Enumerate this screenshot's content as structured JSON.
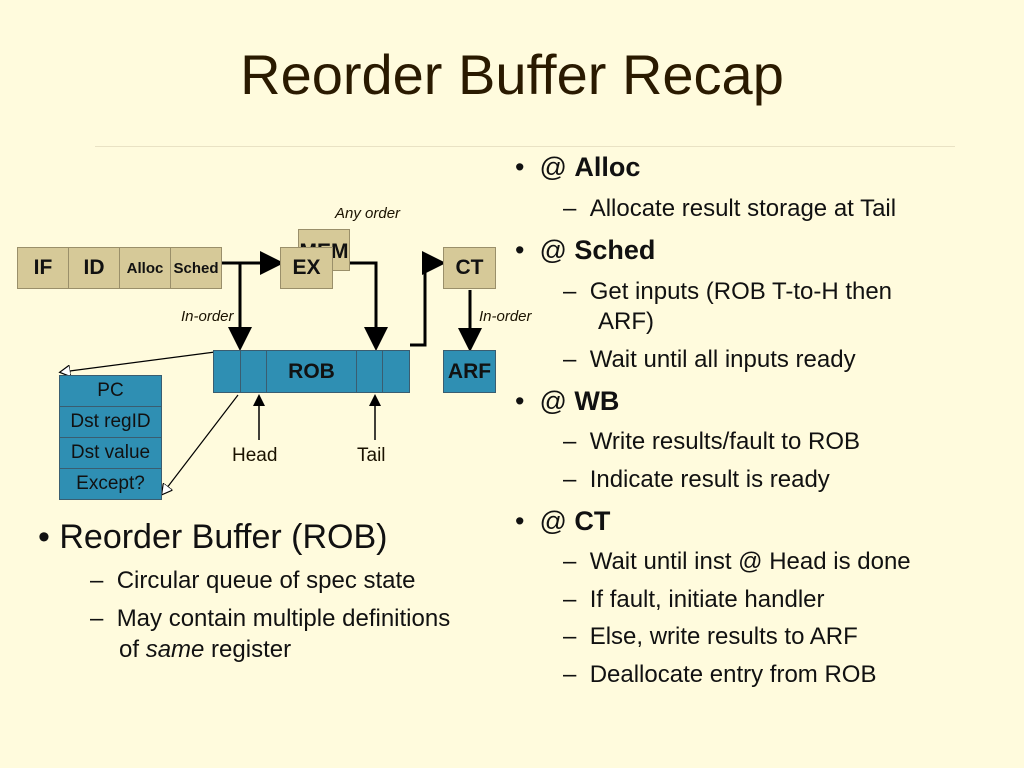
{
  "title": "Reorder Buffer Recap",
  "diagram": {
    "pipeline": [
      "IF",
      "ID",
      "Alloc",
      "Sched"
    ],
    "ex": "EX",
    "mem": "MEM",
    "ct": "CT",
    "arf": "ARF",
    "rob": "ROB",
    "any_order": "Any order",
    "in_order_left": "In-order",
    "in_order_right": "In-order",
    "head": "Head",
    "tail": "Tail",
    "rob_entry_fields": [
      "PC",
      "Dst regID",
      "Dst value",
      "Except?"
    ]
  },
  "left_bullets": {
    "main": "Reorder Buffer (ROB)",
    "sub1": "Circular queue of spec state",
    "sub2_line1": "May contain multiple definitions",
    "sub2_of": "of ",
    "sub2_same": "same",
    "sub2_rest": " register"
  },
  "right_bullets": {
    "at": "@ ",
    "alloc": "Alloc",
    "alloc_1": "Allocate result storage at Tail",
    "sched": "Sched",
    "sched_1_line1": "Get inputs (ROB T-to-H then",
    "sched_1_line2": "ARF)",
    "sched_2": "Wait until all inputs ready",
    "wb": "WB",
    "wb_1": "Write results/fault to ROB",
    "wb_2": "Indicate result is ready",
    "ct": "CT",
    "ct_1": "Wait until inst @ Head is done",
    "ct_2": "If fault, initiate handler",
    "ct_3": "Else, write results to ARF",
    "ct_4": "Deallocate entry from ROB"
  },
  "colors": {
    "background": "#fffbdd",
    "stage_fill": "#d6c998",
    "rob_fill": "#2f8fb3"
  }
}
